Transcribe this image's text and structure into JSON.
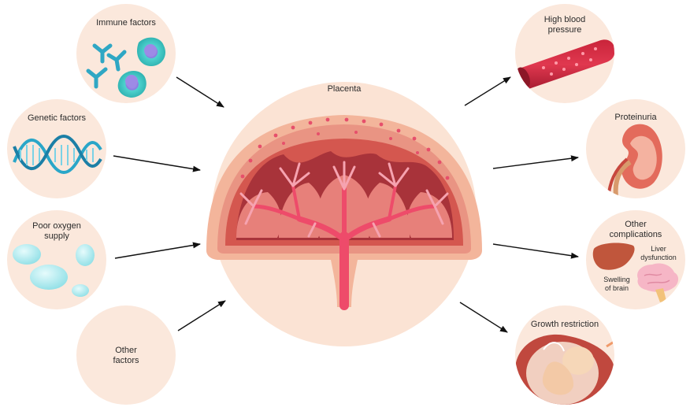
{
  "center": {
    "label": "Placenta"
  },
  "causes": {
    "immune": "Immune factors",
    "genetic": "Genetic factors",
    "oxygen_line1": "Poor oxygen",
    "oxygen_line2": "supply",
    "other_line1": "Other",
    "other_line2": "factors"
  },
  "effects": {
    "bp_line1": "High blood",
    "bp_line2": "pressure",
    "proteinuria": "Proteinuria",
    "complications_line1": "Other",
    "complications_line2": "complications",
    "liver_line1": "Liver",
    "liver_line2": "dysfunction",
    "brain_line1": "Swelling",
    "brain_line2": "of brain",
    "growth": "Growth restriction"
  },
  "colors": {
    "circle_fill": "#fbe8dc",
    "center_fill": "#fbe3d4",
    "placenta_outer": "#f3b59b",
    "placenta_tissue": "#d4574f",
    "placenta_dark": "#a8333a",
    "vessel": "#ee4b6a",
    "vessel_light": "#f6a3b0",
    "cell_teal": "#3fc2c4",
    "dna": "#2aa6c8",
    "arrow": "#111111"
  }
}
